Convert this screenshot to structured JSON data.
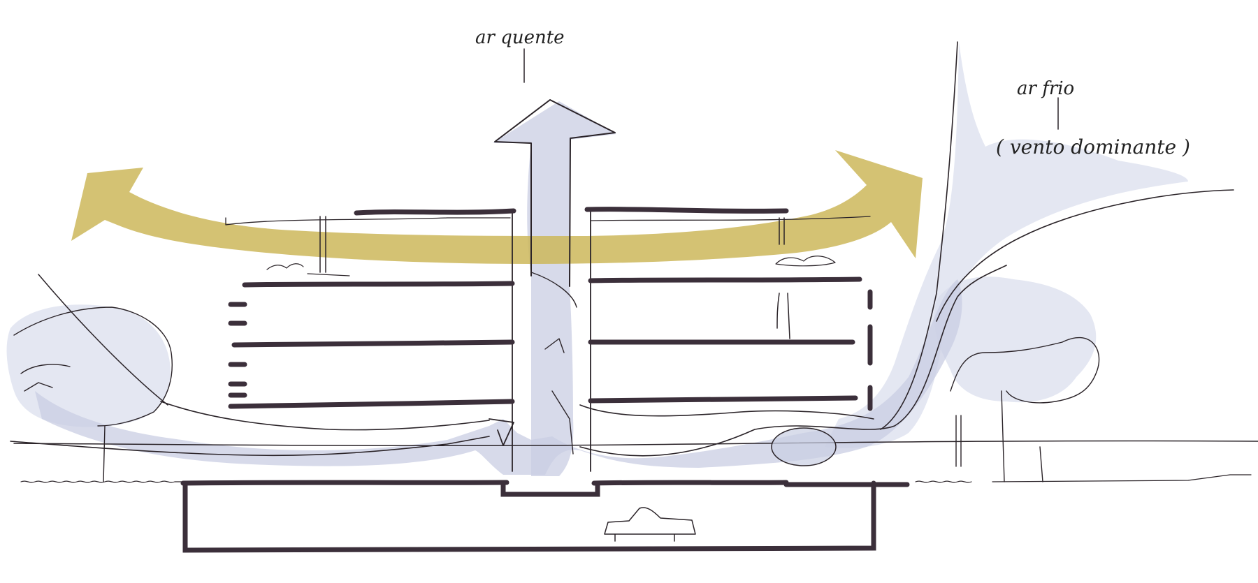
{
  "labels": {
    "hot_air": "ar quente",
    "cold_air": "ar frio",
    "prevailing_wind": "( vento dominante )"
  },
  "colors": {
    "ink": "#2a2328",
    "slab": "#3b2f3a",
    "cool_air_wash": "#c9cee3",
    "exhaust_air_wash": "#cdb75a",
    "background": "#ffffff"
  },
  "elements": {
    "upward_arrow": "hot-air-exhaust-arrow",
    "curved_arrow": "roof-exhaust-air-arrow",
    "incoming_air": "cold-air-inflow",
    "trees": "tree"
  }
}
